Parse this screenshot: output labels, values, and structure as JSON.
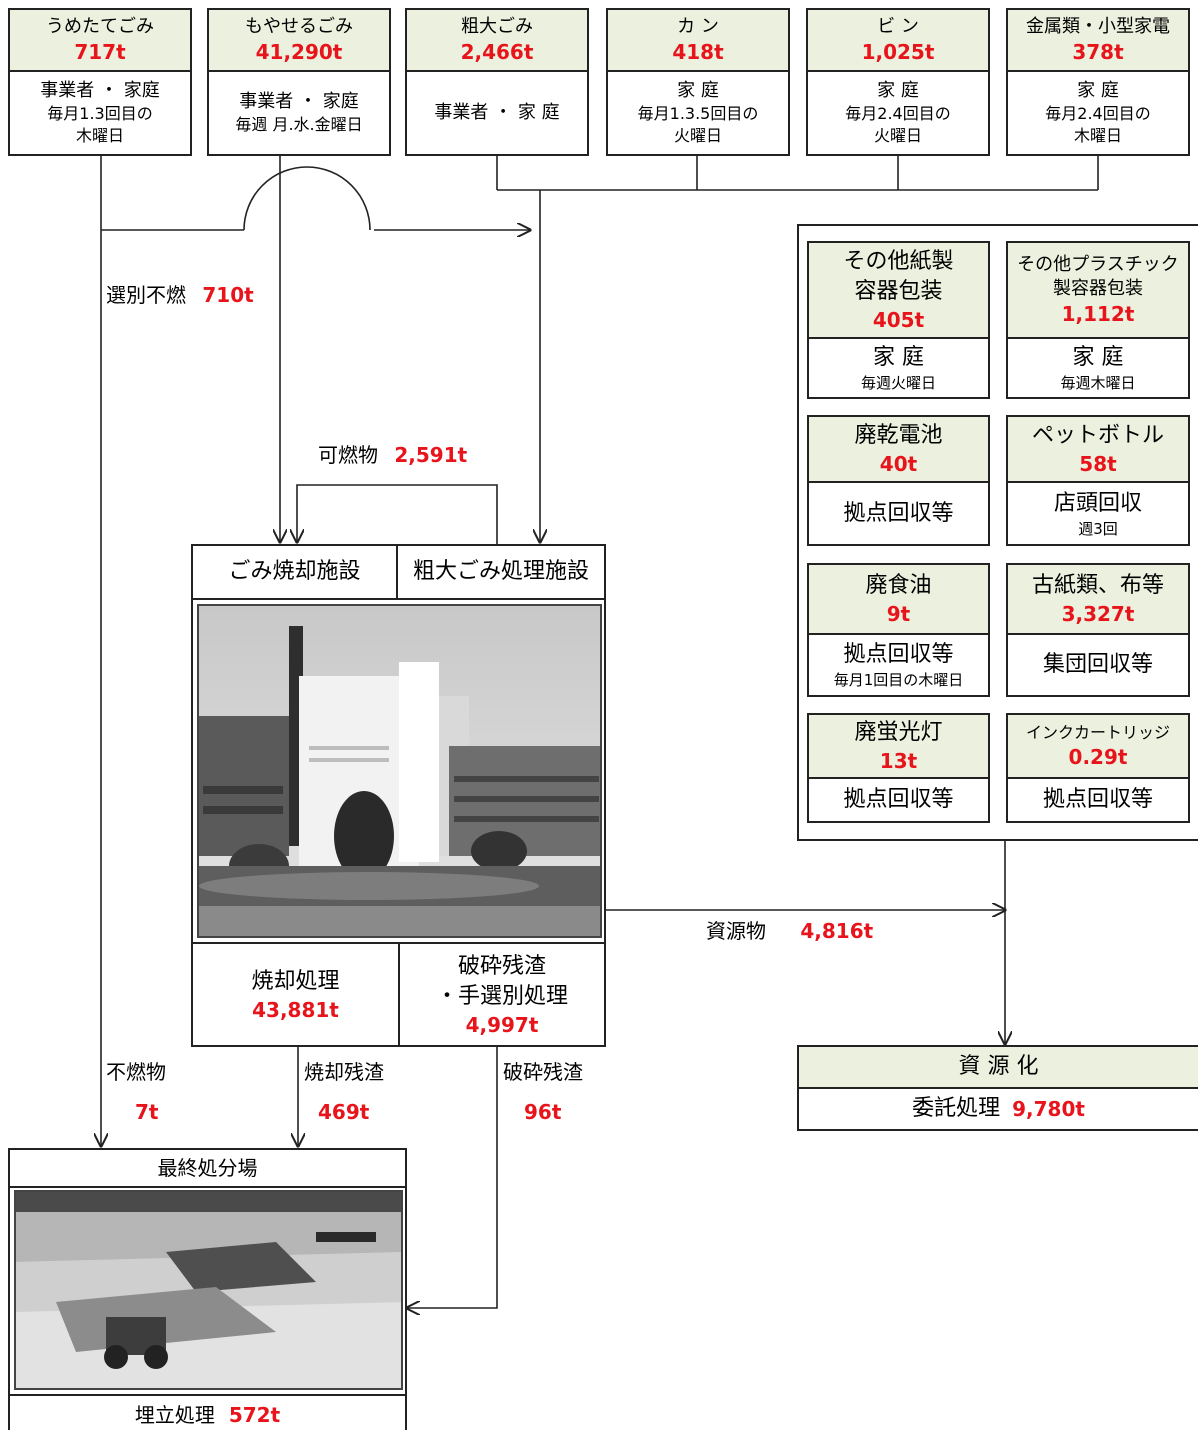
{
  "top_sources": [
    {
      "name": "うめたてごみ",
      "amount": "717t",
      "who": "事業者 ・ 家庭",
      "schedule1": "毎月1.3回目の",
      "schedule2": "木曜日"
    },
    {
      "name": "もやせるごみ",
      "amount": "41,290t",
      "who": "事業者 ・ 家庭",
      "schedule1": "毎週 月.水.金曜日",
      "schedule2": ""
    },
    {
      "name": "粗大ごみ",
      "amount": "2,466t",
      "who": "事業者 ・ 家 庭",
      "schedule1": "",
      "schedule2": ""
    },
    {
      "name": "カ ン",
      "amount": "418t",
      "who": "家 庭",
      "schedule1": "毎月1.3.5回目の",
      "schedule2": "火曜日"
    },
    {
      "name": "ビ ン",
      "amount": "1,025t",
      "who": "家 庭",
      "schedule1": "毎月2.4回目の",
      "schedule2": "火曜日"
    },
    {
      "name": "金属類・小型家電",
      "amount": "378t",
      "who": "家 庭",
      "schedule1": "毎月2.4回目の",
      "schedule2": "木曜日"
    }
  ],
  "resources": [
    {
      "name1": "その他紙製",
      "name2": "容器包装",
      "amount": "405t",
      "who": "家 庭",
      "schedule": "毎週火曜日"
    },
    {
      "name1": "その他プラスチック",
      "name2": "製容器包装",
      "amount": "1,112t",
      "who": "家 庭",
      "schedule": "毎週木曜日"
    },
    {
      "name1": "廃乾電池",
      "name2": "",
      "amount": "40t",
      "who": "拠点回収等",
      "schedule": ""
    },
    {
      "name1": "ペットボトル",
      "name2": "",
      "amount": "58t",
      "who": "店頭回収",
      "schedule": "週3回"
    },
    {
      "name1": "廃食油",
      "name2": "",
      "amount": "9t",
      "who": "拠点回収等",
      "schedule": "毎月1回目の木曜日"
    },
    {
      "name1": "古紙類、布等",
      "name2": "",
      "amount": "3,327t",
      "who": "集団回収等",
      "schedule": ""
    },
    {
      "name1": "廃蛍光灯",
      "name2": "",
      "amount": "13t",
      "who": "拠点回収等",
      "schedule": ""
    },
    {
      "name1": "インクカートリッジ",
      "name2": "",
      "amount": "0.29t",
      "who": "拠点回収等",
      "schedule": ""
    }
  ],
  "flows": {
    "sorted_label": "選別不燃",
    "sorted_amount": "710t",
    "combustible_label": "可燃物",
    "combustible_amount": "2,591t",
    "resource_label": "資源物",
    "resource_amount": "4,816t",
    "noncomb_label": "不燃物",
    "noncomb_amount": "7t",
    "ash_label": "焼却残渣",
    "ash_amount": "469t",
    "crush_label": "破砕残渣",
    "crush_amount": "96t"
  },
  "facility": {
    "incinerator": "ごみ焼却施設",
    "bulky": "粗大ごみ処理施設",
    "incineration_label": "焼却処理",
    "incineration_amount": "43,881t",
    "crush_line1": "破砕残渣",
    "crush_line2": "・手選別処理",
    "crush_amount": "4,997t"
  },
  "landfill": {
    "title": "最終処分場",
    "label": "埋立処理",
    "amount": "572t"
  },
  "recycling": {
    "title": "資 源 化",
    "label": "委託処理",
    "amount": "9,780t"
  }
}
